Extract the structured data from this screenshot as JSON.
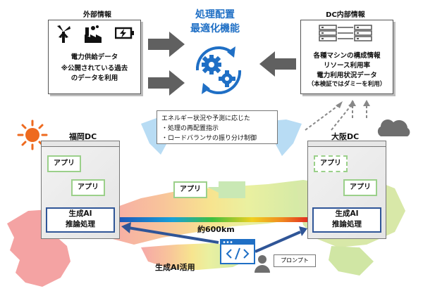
{
  "external": {
    "title": "外部情報",
    "line1": "電力供給データ",
    "line2": "※公開されている過去",
    "line3": "のデータを利用"
  },
  "center": {
    "title_line1": "処理配置",
    "title_line2": "最適化機能"
  },
  "dc_internal": {
    "title": "DC内部情報",
    "line1": "各種マシンの構成情報",
    "line2": "リソース利用率",
    "line3": "電力利用状況データ",
    "line4": "（本検証ではダミーを利用）"
  },
  "callout": {
    "line1": "エネルギー状況や予測に応じた",
    "line2": "・処理の再配置指示",
    "line3": "・ロードバランサの振り分け制御"
  },
  "fukuoka": {
    "name": "福岡DC",
    "app1": "アプリ",
    "app2": "アプリ",
    "ai_line1": "生成AI",
    "ai_line2": "推論処理"
  },
  "osaka": {
    "name": "大阪DC",
    "app1": "アプリ",
    "app2": "アプリ",
    "ai_line1": "生成AI",
    "ai_line2": "推論処理"
  },
  "migration": {
    "app": "アプリ"
  },
  "distance": "約600km",
  "ai_usage": "生成AI活用",
  "prompt": "プロンプト",
  "colors": {
    "accent_blue": "#1f6fc5",
    "arrow_gray": "#606060",
    "app_green": "#9bd08a",
    "ai_border": "#2f5597",
    "sun": "#ee6a1f",
    "map_left": "#f4a3a3",
    "map_right": "#d8e8a8"
  }
}
